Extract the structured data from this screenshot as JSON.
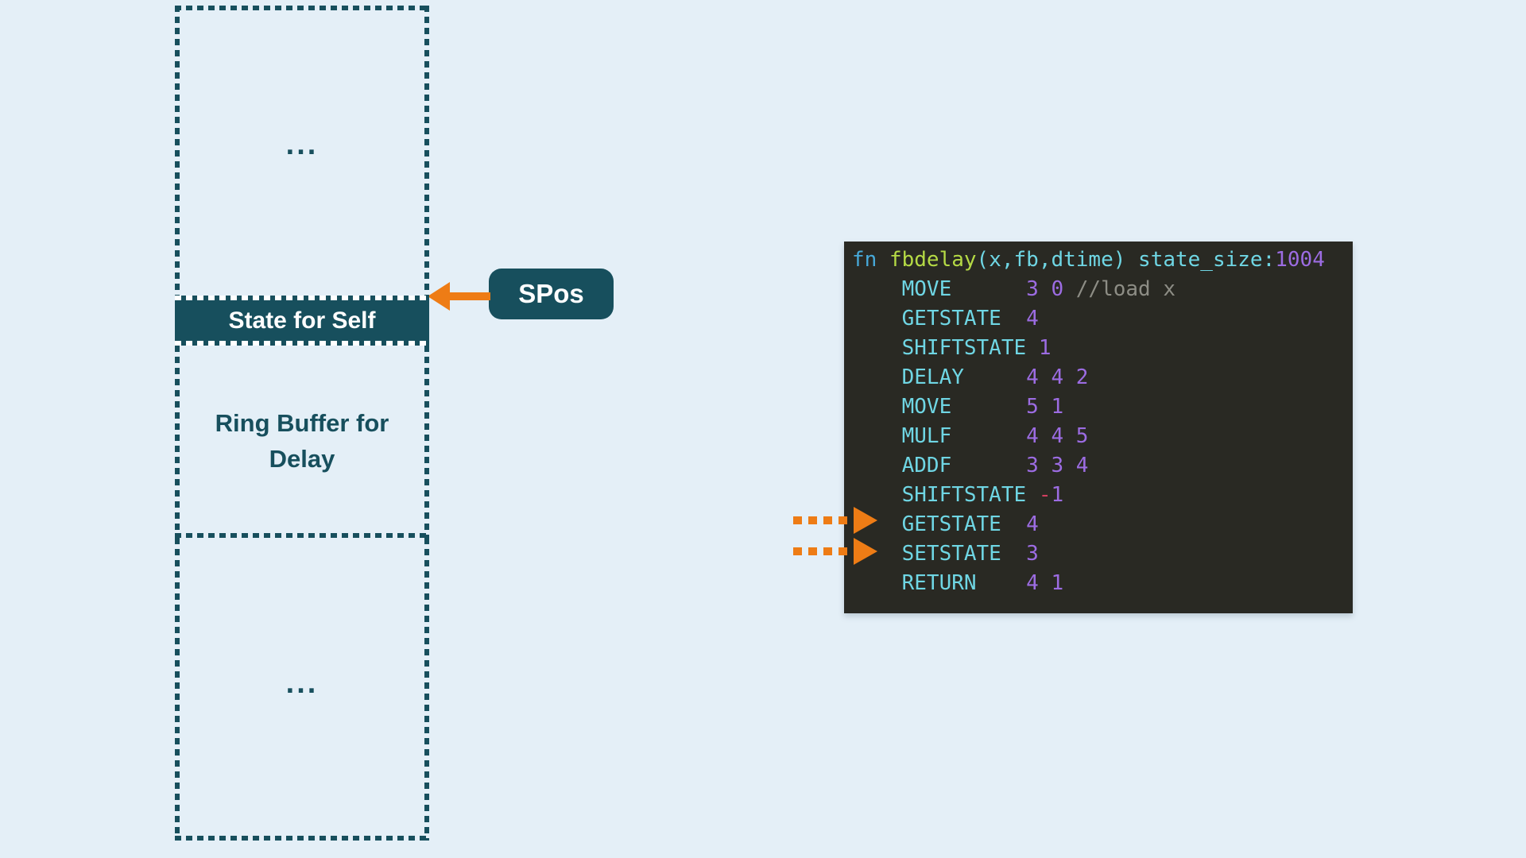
{
  "page": {
    "background_color": "#e4eff7",
    "accent_teal": "#174f5d",
    "accent_orange": "#ee7c15"
  },
  "diagram": {
    "cells": [
      {
        "id": "memory-above",
        "label": "..."
      },
      {
        "id": "state-for-self",
        "label": "State for Self"
      },
      {
        "id": "ring-buffer",
        "label": "Ring Buffer for Delay"
      },
      {
        "id": "memory-below",
        "label": "..."
      }
    ],
    "pointer": {
      "label": "SPos"
    }
  },
  "code": {
    "colors": {
      "background": "#292923",
      "keyword": "#47a9d9",
      "function": "#b5da45",
      "operator": "#6fd6e4",
      "number": "#9c6ce2",
      "comment": "#8d8d85",
      "negative": "#d14060"
    },
    "lines": [
      {
        "segments": [
          {
            "text": "fn ",
            "color": "kw"
          },
          {
            "text": "fbdelay",
            "color": "fn"
          },
          {
            "text": "(x,fb,dtime) state_size:",
            "color": "plain"
          },
          {
            "text": "1004",
            "color": "num"
          }
        ]
      },
      {
        "segments": [
          {
            "text": "    MOVE      ",
            "color": "op"
          },
          {
            "text": "3 0 ",
            "color": "num"
          },
          {
            "text": "//load x",
            "color": "com"
          }
        ]
      },
      {
        "segments": [
          {
            "text": "    GETSTATE  ",
            "color": "op"
          },
          {
            "text": "4",
            "color": "num"
          }
        ]
      },
      {
        "segments": [
          {
            "text": "    SHIFTSTATE ",
            "color": "op"
          },
          {
            "text": "1",
            "color": "num"
          }
        ]
      },
      {
        "segments": [
          {
            "text": "    DELAY     ",
            "color": "op"
          },
          {
            "text": "4 4 2",
            "color": "num"
          }
        ]
      },
      {
        "segments": [
          {
            "text": "    MOVE      ",
            "color": "op"
          },
          {
            "text": "5 1",
            "color": "num"
          }
        ]
      },
      {
        "segments": [
          {
            "text": "    MULF      ",
            "color": "op"
          },
          {
            "text": "4 4 5",
            "color": "num"
          }
        ]
      },
      {
        "segments": [
          {
            "text": "    ADDF      ",
            "color": "op"
          },
          {
            "text": "3 3 4",
            "color": "num"
          }
        ]
      },
      {
        "segments": [
          {
            "text": "    SHIFTSTATE ",
            "color": "op"
          },
          {
            "text": "-",
            "color": "neg"
          },
          {
            "text": "1",
            "color": "num"
          }
        ]
      },
      {
        "segments": [
          {
            "text": "    GETSTATE  ",
            "color": "op"
          },
          {
            "text": "4",
            "color": "num"
          }
        ]
      },
      {
        "segments": [
          {
            "text": "    SETSTATE  ",
            "color": "op"
          },
          {
            "text": "3",
            "color": "num"
          }
        ]
      },
      {
        "segments": [
          {
            "text": "    RETURN    ",
            "color": "op"
          },
          {
            "text": "4 1",
            "color": "num"
          }
        ]
      }
    ],
    "annotated_lines": [
      "GETSTATE  4",
      "SETSTATE  3"
    ]
  }
}
